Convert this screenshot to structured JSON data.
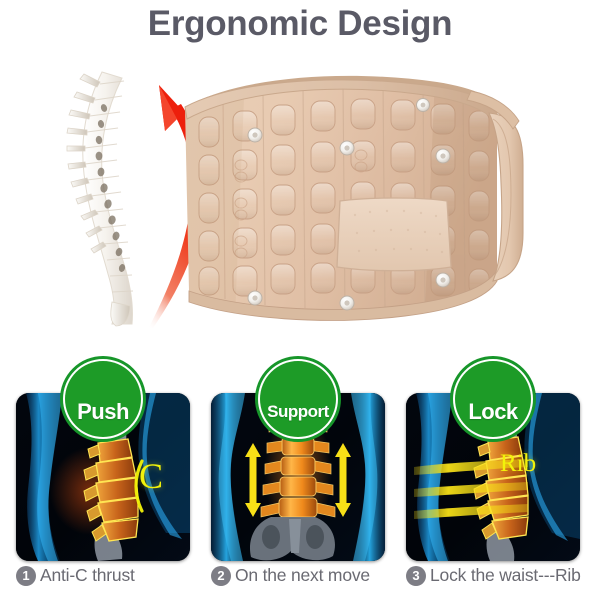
{
  "header": {
    "title": "Ergonomic Design"
  },
  "hero": {
    "spine_icon": "anatomical-spine-model",
    "arrow_icon": "red-curved-up-arrow",
    "product_icon": "lumbar-support-belt",
    "product_alt": "Beige lumbar decompression back brace belt with snap buttons and velcro patch"
  },
  "colors": {
    "title": "#5a5a66",
    "badge_green": "#1d9b27",
    "badge_ring": "#17962a",
    "caption_gray": "#6a6a72",
    "number_circle": "#7d7d85",
    "accent_yellow": "#f2f20a",
    "arrow_red": "#ee2211",
    "xray_blue": "#1b9fe8",
    "spine_orange": "#e08a22",
    "belt_beige": "#e4c5ab"
  },
  "panels": [
    {
      "badge": "Push",
      "badge_size": "large",
      "number": "1",
      "caption": "Anti-C thrust",
      "overlay_label": "C",
      "image_name": "xray-lateral-spine-c-curve",
      "arrows": "none"
    },
    {
      "badge": "Support",
      "badge_size": "small",
      "number": "2",
      "caption": "On the next move",
      "overlay_label": "",
      "image_name": "xray-frontal-spine-support",
      "arrows": "two-vertical-double-arrows"
    },
    {
      "badge": "Lock",
      "badge_size": "large",
      "number": "3",
      "caption": "Lock the waist---Rib",
      "overlay_label": "Rib",
      "image_name": "xray-lateral-spine-rib-lock",
      "arrows": "three-horizontal-bands"
    }
  ]
}
